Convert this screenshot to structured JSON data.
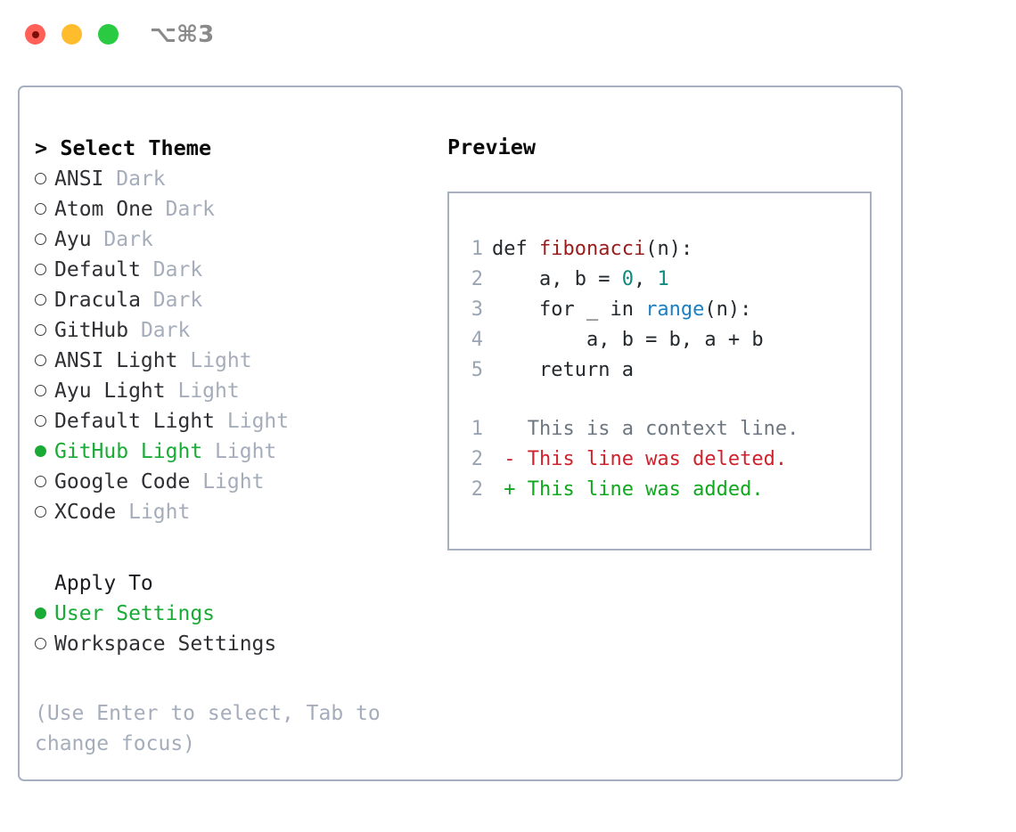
{
  "window": {
    "shortcut": "⌥⌘3",
    "traffic_lights": [
      {
        "name": "close",
        "color": "#ff6159"
      },
      {
        "name": "minimize",
        "color": "#ffbd2e"
      },
      {
        "name": "zoom",
        "color": "#2acb42"
      }
    ]
  },
  "theme_picker": {
    "header_prompt": ">",
    "header": "Select Theme",
    "selected_index": 9,
    "items": [
      {
        "name": "ANSI",
        "kind": "Dark",
        "selected": false
      },
      {
        "name": "Atom One",
        "kind": "Dark",
        "selected": false
      },
      {
        "name": "Ayu",
        "kind": "Dark",
        "selected": false
      },
      {
        "name": "Default",
        "kind": "Dark",
        "selected": false
      },
      {
        "name": "Dracula",
        "kind": "Dark",
        "selected": false
      },
      {
        "name": "GitHub",
        "kind": "Dark",
        "selected": false
      },
      {
        "name": "ANSI Light",
        "kind": "Light",
        "selected": false
      },
      {
        "name": "Ayu Light",
        "kind": "Light",
        "selected": false
      },
      {
        "name": "Default Light",
        "kind": "Light",
        "selected": false
      },
      {
        "name": "GitHub Light",
        "kind": "Light",
        "selected": true
      },
      {
        "name": "Google Code",
        "kind": "Light",
        "selected": false
      },
      {
        "name": "XCode",
        "kind": "Light",
        "selected": false
      }
    ]
  },
  "apply_to": {
    "label": "Apply To",
    "options": [
      {
        "name": "User Settings",
        "selected": true
      },
      {
        "name": "Workspace Settings",
        "selected": false
      }
    ]
  },
  "hint": "(Use Enter to select, Tab to change focus)",
  "preview": {
    "title": "Preview",
    "code_lines": [
      {
        "num": "1",
        "tokens": [
          {
            "t": "def ",
            "c": "plain"
          },
          {
            "t": "fibonacci",
            "c": "fn"
          },
          {
            "t": "(n):",
            "c": "plain"
          }
        ]
      },
      {
        "num": "2",
        "tokens": [
          {
            "t": "    a, b = ",
            "c": "plain"
          },
          {
            "t": "0",
            "c": "num"
          },
          {
            "t": ", ",
            "c": "plain"
          },
          {
            "t": "1",
            "c": "num"
          }
        ]
      },
      {
        "num": "3",
        "tokens": [
          {
            "t": "    for _ in ",
            "c": "plain"
          },
          {
            "t": "range",
            "c": "call"
          },
          {
            "t": "(n):",
            "c": "plain"
          }
        ]
      },
      {
        "num": "4",
        "tokens": [
          {
            "t": "        a, b = b, a + b",
            "c": "plain"
          }
        ]
      },
      {
        "num": "5",
        "tokens": [
          {
            "t": "    return a",
            "c": "plain"
          }
        ]
      }
    ],
    "diff_lines": [
      {
        "num": "1",
        "marker": " ",
        "text": "This is a context line.",
        "kind": "ctx"
      },
      {
        "num": "2",
        "marker": "-",
        "text": "This line was deleted.",
        "kind": "del"
      },
      {
        "num": "2",
        "marker": "+",
        "text": "This line was added.",
        "kind": "add"
      }
    ]
  },
  "colors": {
    "accent_green": "#1aab36",
    "muted": "#a5adbb",
    "border": "#a7b0c0",
    "diff_add": "#10a81e",
    "diff_del": "#cf222e",
    "syntax_fn": "#9b1c1c",
    "syntax_num": "#0f8a7e",
    "syntax_call": "#1b7fc4"
  }
}
